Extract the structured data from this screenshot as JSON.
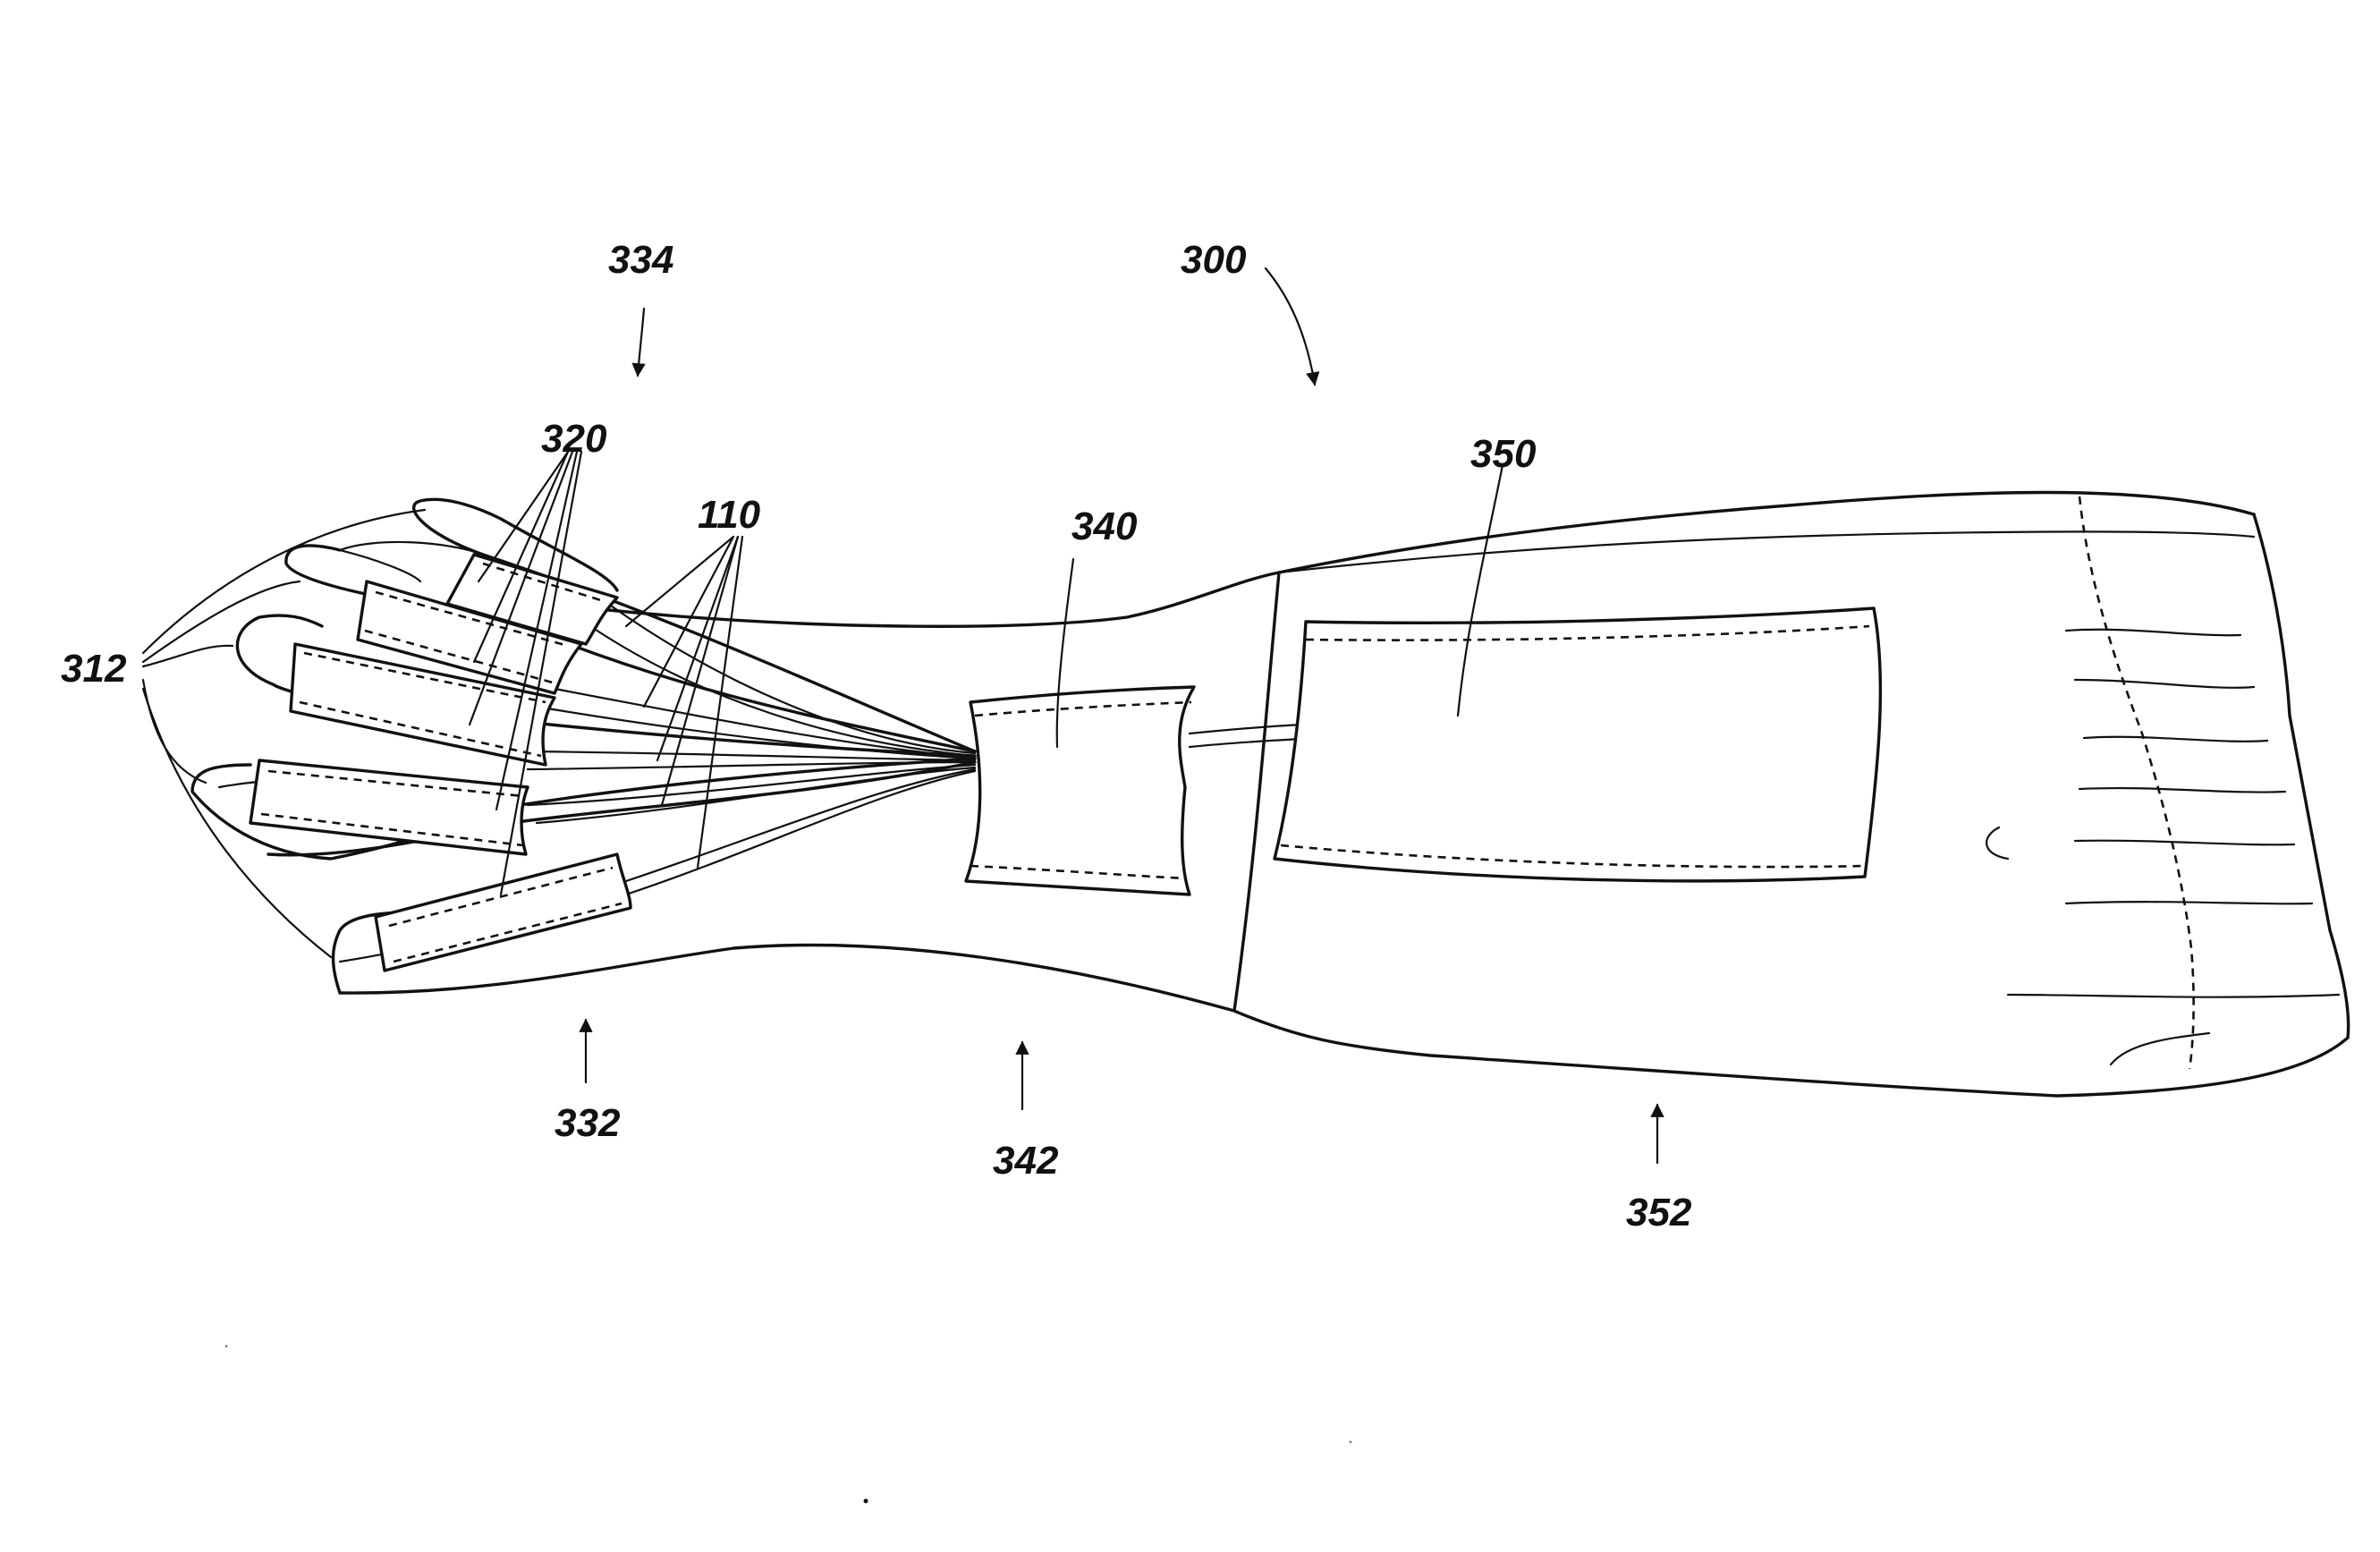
{
  "figure": {
    "labels": {
      "r300": "300",
      "r334": "334",
      "r320": "320",
      "r110": "110",
      "r340": "340",
      "r350": "350",
      "r312": "312",
      "r332": "332",
      "r342": "342",
      "r352": "352"
    }
  }
}
